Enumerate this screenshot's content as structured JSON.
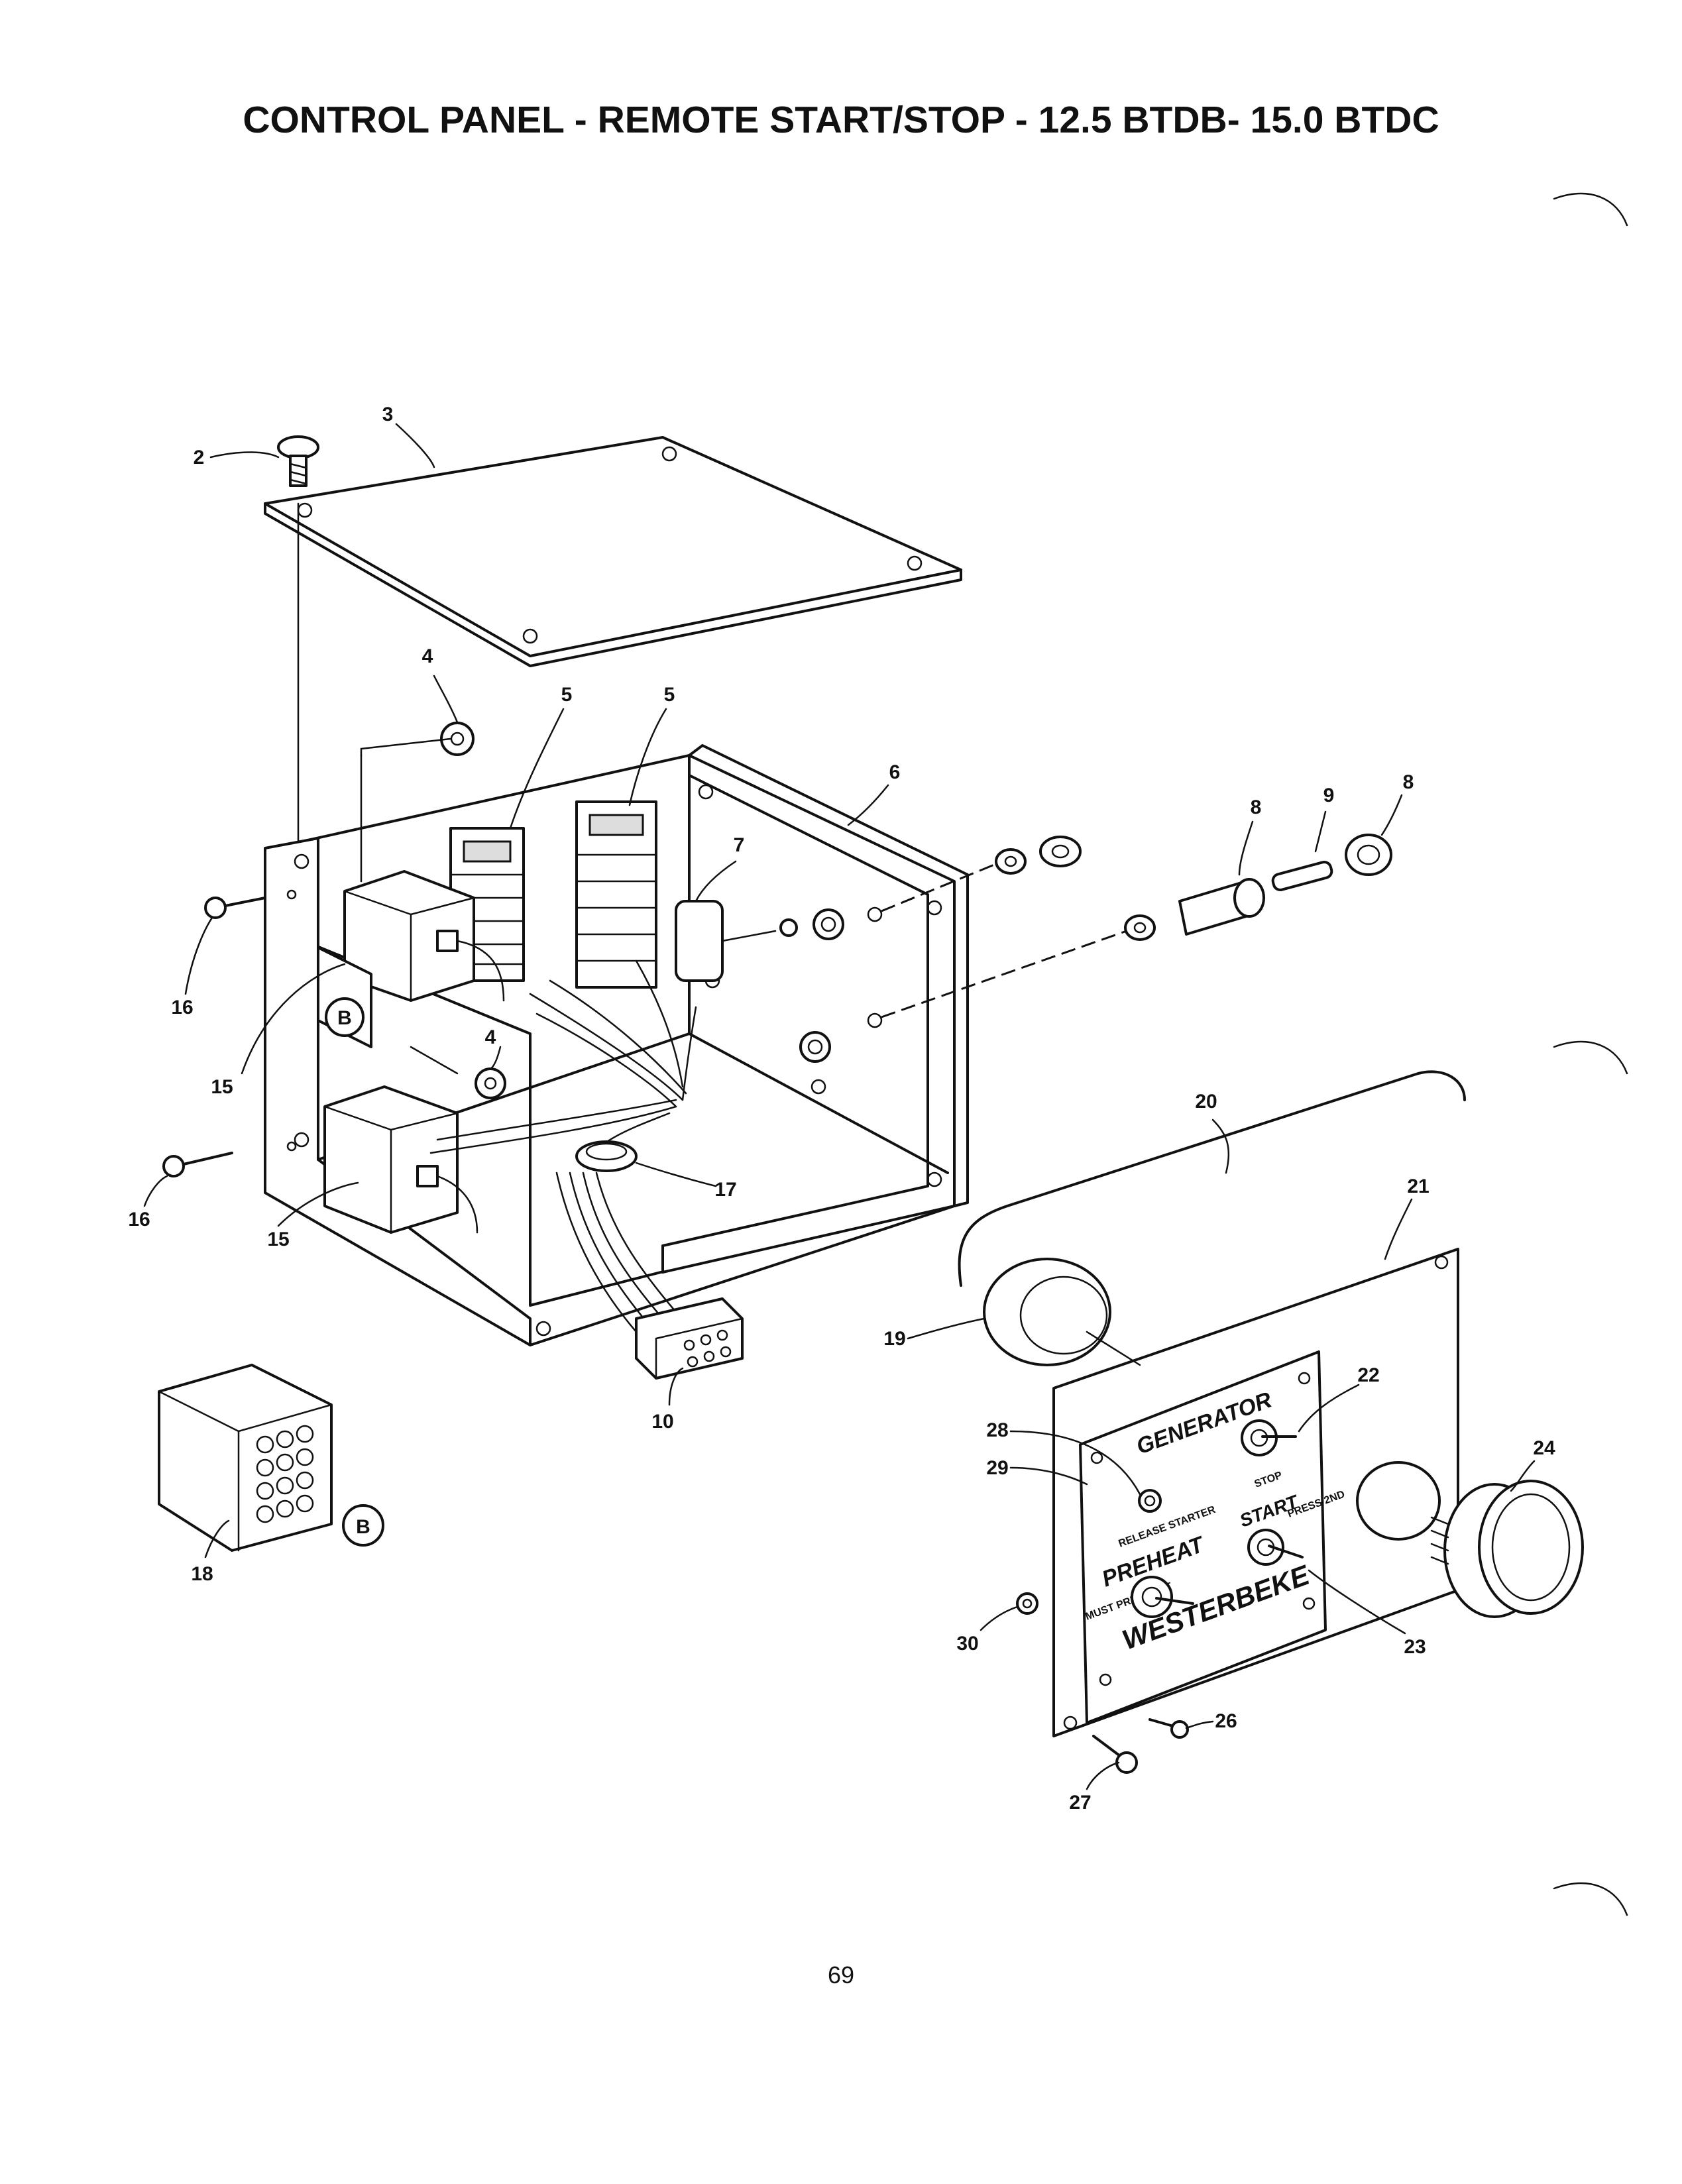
{
  "page": {
    "title": "CONTROL PANEL - REMOTE START/STOP  - 12.5 BTDB- 15.0 BTDC",
    "page_number": "69"
  },
  "callouts": {
    "c2": "2",
    "c3": "3",
    "c4a": "4",
    "c4b": "4",
    "c5a": "5",
    "c5b": "5",
    "c6": "6",
    "c7": "7",
    "c8a": "8",
    "c8b": "8",
    "c9": "9",
    "c10": "10",
    "c15a": "15",
    "c15b": "15",
    "c16a": "16",
    "c16b": "16",
    "c17": "17",
    "c18": "18",
    "c19": "19",
    "c20": "20",
    "c21": "21",
    "c22": "22",
    "c23": "23",
    "c24": "24",
    "c26": "26",
    "c27": "27",
    "c28": "28",
    "c29": "29",
    "c30": "30"
  },
  "detail_markers": {
    "b1": "B",
    "b2": "B"
  },
  "panel_labels": {
    "generator": "GENERATOR",
    "stop": "STOP",
    "start": "START",
    "press_2nd": "PRESS 2ND",
    "release_starter": "RELEASE STARTER",
    "preheat": "PREHEAT",
    "must_press_1st": "MUST PRESS 1ST",
    "brand": "WESTERBEKE"
  }
}
